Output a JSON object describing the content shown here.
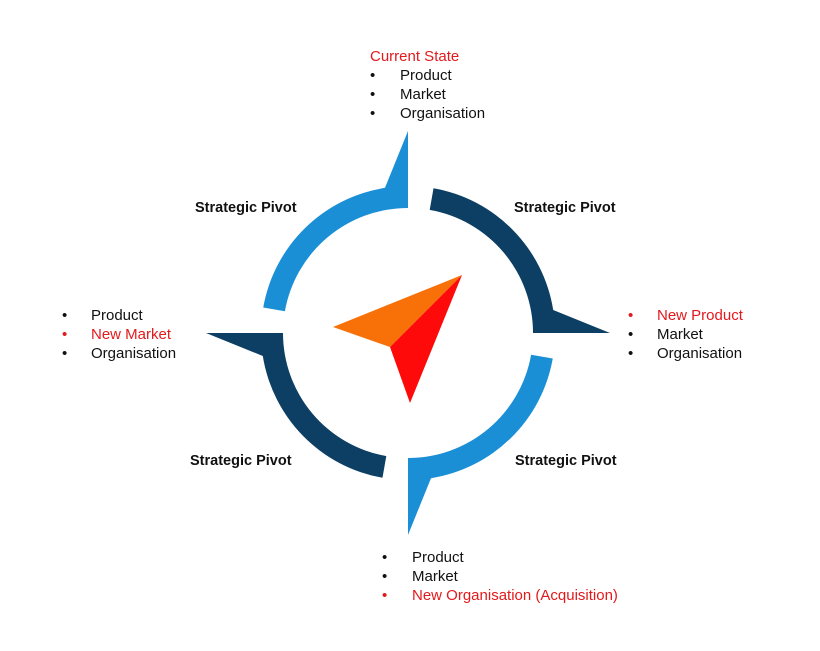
{
  "colors": {
    "light_blue": "#1a8fd6",
    "dark_blue": "#0c3f63",
    "orange": "#f87008",
    "red": "#ff0a0a",
    "highlight_text": "#e3191c"
  },
  "top": {
    "title": "Current State",
    "items": [
      {
        "label": "Product",
        "highlight": false
      },
      {
        "label": "Market",
        "highlight": false
      },
      {
        "label": "Organisation",
        "highlight": false
      }
    ]
  },
  "right": {
    "items": [
      {
        "label": "New Product",
        "highlight": true
      },
      {
        "label": "Market",
        "highlight": false
      },
      {
        "label": "Organisation",
        "highlight": false
      }
    ]
  },
  "bottom": {
    "items": [
      {
        "label": "Product",
        "highlight": false
      },
      {
        "label": "Market",
        "highlight": false
      },
      {
        "label": "New Organisation (Acquisition)",
        "highlight": true
      }
    ]
  },
  "left": {
    "items": [
      {
        "label": "Product",
        "highlight": false
      },
      {
        "label": "New Market",
        "highlight": true
      },
      {
        "label": "Organisation",
        "highlight": false
      }
    ]
  },
  "bullet": "•",
  "pivots": {
    "top_left": "Strategic Pivot",
    "top_right": "Strategic Pivot",
    "bottom_left": "Strategic Pivot",
    "bottom_right": "Strategic Pivot"
  }
}
